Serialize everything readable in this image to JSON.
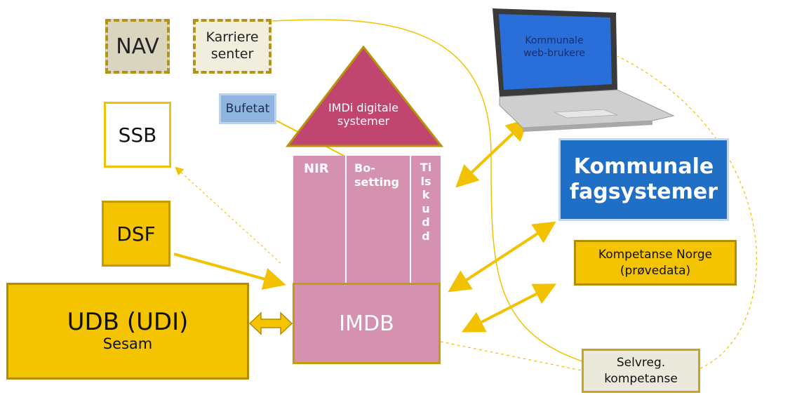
{
  "nodes": {
    "nav": "NAV",
    "karriere": "Karriere senter",
    "ssb": "SSB",
    "dsf": "DSF",
    "udb_title": "UDB (UDI)",
    "udb_sub": "Sesam",
    "bufetat": "Bufetat",
    "imdi": "IMDi digitale systemer",
    "nir": "NIR",
    "bosetting": "Bo-setting",
    "tilskudd": "Tilskudd",
    "imdb": "IMDB",
    "laptop_line1": "Kommunale",
    "laptop_line2": "web-brukere",
    "komfag_line1": "Kommunale",
    "komfag_line2": "fagsystemer",
    "kompetanse_line1": "Kompetanse Norge",
    "kompetanse_line2": "(prøvedata)",
    "selvreg_line1": "Selvreg.",
    "selvreg_line2": "kompetanse"
  },
  "colors": {
    "gold": "#f5c400",
    "pink": "#d592b0",
    "triangle": "#c0456f",
    "blue": "#1f6fc6"
  },
  "icons": {
    "laptop": "laptop-icon"
  }
}
